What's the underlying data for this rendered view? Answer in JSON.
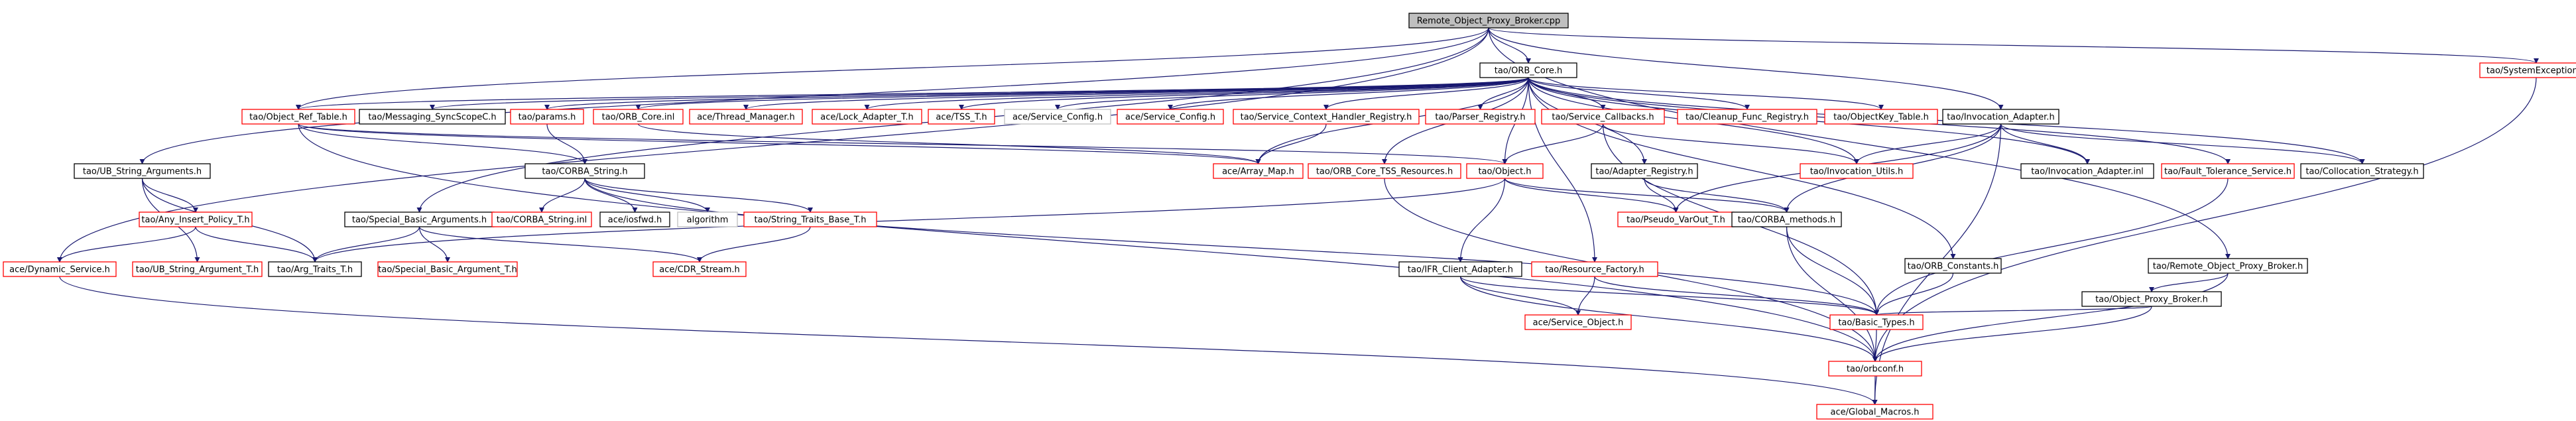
{
  "diagram": {
    "colors": {
      "edge": "#191970",
      "border_documented": "#000000",
      "border_undocumented": "#ff0000",
      "border_external": "#bfbfbf",
      "root_fill": "#bfbfbf"
    },
    "nodes": [
      {
        "id": "root",
        "label": "Remote_Object_Proxy_Broker.cpp",
        "kind": "root"
      },
      {
        "id": "orbcore",
        "label": "tao/ORB_Core.h",
        "kind": "doc"
      },
      {
        "id": "sysexc",
        "label": "tao/SystemException.h",
        "kind": "undoc"
      },
      {
        "id": "objref",
        "label": "tao/Object_Ref_Table.h",
        "kind": "undoc"
      },
      {
        "id": "msgsync",
        "label": "tao/Messaging_SyncScopeC.h",
        "kind": "doc"
      },
      {
        "id": "params",
        "label": "tao/params.h",
        "kind": "undoc"
      },
      {
        "id": "orbinl",
        "label": "tao/ORB_Core.inl",
        "kind": "undoc"
      },
      {
        "id": "thrmgr",
        "label": "ace/Thread_Manager.h",
        "kind": "undoc"
      },
      {
        "id": "lockad",
        "label": "ace/Lock_Adapter_T.h",
        "kind": "undoc"
      },
      {
        "id": "tsst",
        "label": "ace/TSS_T.h",
        "kind": "undoc"
      },
      {
        "id": "svccfg1",
        "label": "ace/Service_Config.h",
        "kind": "ext"
      },
      {
        "id": "svccfg2",
        "label": "ace/Service_Config.h",
        "kind": "undoc"
      },
      {
        "id": "svcctx",
        "label": "tao/Service_Context_Handler_Registry.h",
        "kind": "undoc"
      },
      {
        "id": "parser",
        "label": "tao/Parser_Registry.h",
        "kind": "undoc"
      },
      {
        "id": "svccb",
        "label": "tao/Service_Callbacks.h",
        "kind": "undoc"
      },
      {
        "id": "cleanup",
        "label": "tao/Cleanup_Func_Registry.h",
        "kind": "undoc"
      },
      {
        "id": "objkey",
        "label": "tao/ObjectKey_Table.h",
        "kind": "undoc"
      },
      {
        "id": "invad",
        "label": "tao/Invocation_Adapter.h",
        "kind": "doc"
      },
      {
        "id": "ubstr",
        "label": "tao/UB_String_Arguments.h",
        "kind": "doc"
      },
      {
        "id": "corbastr",
        "label": "tao/CORBA_String.h",
        "kind": "doc"
      },
      {
        "id": "arraymap",
        "label": "ace/Array_Map.h",
        "kind": "undoc"
      },
      {
        "id": "tssres",
        "label": "tao/ORB_Core_TSS_Resources.h",
        "kind": "undoc"
      },
      {
        "id": "object",
        "label": "tao/Object.h",
        "kind": "undoc"
      },
      {
        "id": "adreg",
        "label": "tao/Adapter_Registry.h",
        "kind": "doc"
      },
      {
        "id": "invutil",
        "label": "tao/Invocation_Utils.h",
        "kind": "undoc"
      },
      {
        "id": "invinl",
        "label": "tao/Invocation_Adapter.inl",
        "kind": "doc"
      },
      {
        "id": "faulttol",
        "label": "tao/Fault_Tolerance_Service.h",
        "kind": "undoc"
      },
      {
        "id": "colloc",
        "label": "tao/Collocation_Strategy.h",
        "kind": "doc"
      },
      {
        "id": "anyins",
        "label": "tao/Any_Insert_Policy_T.h",
        "kind": "undoc"
      },
      {
        "id": "specbasic",
        "label": "tao/Special_Basic_Arguments.h",
        "kind": "doc"
      },
      {
        "id": "corbastrinl",
        "label": "tao/CORBA_String.inl",
        "kind": "undoc"
      },
      {
        "id": "iosfwd",
        "label": "ace/iosfwd.h",
        "kind": "doc"
      },
      {
        "id": "algorithm",
        "label": "algorithm",
        "kind": "ext"
      },
      {
        "id": "strtraits",
        "label": "tao/String_Traits_Base_T.h",
        "kind": "undoc"
      },
      {
        "id": "pseudovar",
        "label": "tao/Pseudo_VarOut_T.h",
        "kind": "undoc"
      },
      {
        "id": "corbameth",
        "label": "tao/CORBA_methods.h",
        "kind": "doc"
      },
      {
        "id": "orbconst",
        "label": "tao/ORB_Constants.h",
        "kind": "doc"
      },
      {
        "id": "ropb",
        "label": "tao/Remote_Object_Proxy_Broker.h",
        "kind": "doc"
      },
      {
        "id": "dynsvc",
        "label": "ace/Dynamic_Service.h",
        "kind": "undoc"
      },
      {
        "id": "ubstrarg",
        "label": "tao/UB_String_Argument_T.h",
        "kind": "undoc"
      },
      {
        "id": "argtraits",
        "label": "tao/Arg_Traits_T.h",
        "kind": "doc"
      },
      {
        "id": "specbasicarg",
        "label": "tao/Special_Basic_Argument_T.h",
        "kind": "undoc"
      },
      {
        "id": "cdr",
        "label": "ace/CDR_Stream.h",
        "kind": "undoc"
      },
      {
        "id": "ifr",
        "label": "tao/IFR_Client_Adapter.h",
        "kind": "doc"
      },
      {
        "id": "resfac",
        "label": "tao/Resource_Factory.h",
        "kind": "undoc"
      },
      {
        "id": "opb",
        "label": "tao/Object_Proxy_Broker.h",
        "kind": "doc"
      },
      {
        "id": "svcobj",
        "label": "ace/Service_Object.h",
        "kind": "undoc"
      },
      {
        "id": "basictypes",
        "label": "tao/Basic_Types.h",
        "kind": "undoc"
      },
      {
        "id": "orbconf",
        "label": "tao/orbconf.h",
        "kind": "undoc"
      },
      {
        "id": "globmac",
        "label": "ace/Global_Macros.h",
        "kind": "undoc"
      }
    ],
    "edges": [
      [
        "root",
        "orbcore"
      ],
      [
        "root",
        "sysexc"
      ],
      [
        "root",
        "ubstr"
      ],
      [
        "root",
        "specbasic"
      ],
      [
        "root",
        "dynsvc"
      ],
      [
        "root",
        "invad"
      ],
      [
        "root",
        "ropb"
      ],
      [
        "root",
        "objref"
      ],
      [
        "orbcore",
        "objref"
      ],
      [
        "orbcore",
        "msgsync"
      ],
      [
        "orbcore",
        "params"
      ],
      [
        "orbcore",
        "orbinl"
      ],
      [
        "orbcore",
        "thrmgr"
      ],
      [
        "orbcore",
        "lockad"
      ],
      [
        "orbcore",
        "tsst"
      ],
      [
        "orbcore",
        "svccfg1"
      ],
      [
        "orbcore",
        "svccfg2"
      ],
      [
        "orbcore",
        "svcctx"
      ],
      [
        "orbcore",
        "parser"
      ],
      [
        "orbcore",
        "svccb"
      ],
      [
        "orbcore",
        "cleanup"
      ],
      [
        "orbcore",
        "objkey"
      ],
      [
        "orbcore",
        "invutil"
      ],
      [
        "orbcore",
        "arraymap"
      ],
      [
        "orbcore",
        "object"
      ],
      [
        "orbcore",
        "adreg"
      ],
      [
        "orbcore",
        "tssres"
      ],
      [
        "orbcore",
        "colloc"
      ],
      [
        "orbcore",
        "orbconst"
      ],
      [
        "orbcore",
        "resfac"
      ],
      [
        "orbcore",
        "invinl"
      ],
      [
        "orbcore",
        "faulttol"
      ],
      [
        "sysexc",
        "orbconf"
      ],
      [
        "objref",
        "corbastr"
      ],
      [
        "objref",
        "arraymap"
      ],
      [
        "objref",
        "object"
      ],
      [
        "objref",
        "orbconf"
      ],
      [
        "params",
        "corbastr"
      ],
      [
        "orbinl",
        "arraymap"
      ],
      [
        "svcctx",
        "arraymap"
      ],
      [
        "svccb",
        "object"
      ],
      [
        "svccb",
        "invutil"
      ],
      [
        "svccb",
        "basictypes"
      ],
      [
        "invad",
        "invutil"
      ],
      [
        "invad",
        "invinl"
      ],
      [
        "invad",
        "colloc"
      ],
      [
        "invad",
        "corbameth"
      ],
      [
        "invad",
        "pseudovar"
      ],
      [
        "invad",
        "globmac"
      ],
      [
        "ubstr",
        "anyins"
      ],
      [
        "ubstr",
        "ubstrarg"
      ],
      [
        "ubstr",
        "argtraits"
      ],
      [
        "corbastr",
        "corbastrinl"
      ],
      [
        "corbastr",
        "iosfwd"
      ],
      [
        "corbastr",
        "algorithm"
      ],
      [
        "corbastr",
        "strtraits"
      ],
      [
        "corbastr",
        "basictypes"
      ],
      [
        "tssres",
        "orbconf"
      ],
      [
        "object",
        "pseudovar"
      ],
      [
        "object",
        "corbameth"
      ],
      [
        "object",
        "argtraits"
      ],
      [
        "object",
        "ifr"
      ],
      [
        "adreg",
        "pseudovar"
      ],
      [
        "adreg",
        "corbameth"
      ],
      [
        "faulttol",
        "basictypes"
      ],
      [
        "anyins",
        "dynsvc"
      ],
      [
        "anyins",
        "argtraits"
      ],
      [
        "specbasic",
        "specbasicarg"
      ],
      [
        "specbasic",
        "argtraits"
      ],
      [
        "specbasic",
        "cdr"
      ],
      [
        "strtraits",
        "cdr"
      ],
      [
        "corbameth",
        "basictypes"
      ],
      [
        "corbameth",
        "orbconf"
      ],
      [
        "orbconst",
        "basictypes"
      ],
      [
        "ropb",
        "opb"
      ],
      [
        "ropb",
        "orbconf"
      ],
      [
        "dynsvc",
        "globmac"
      ],
      [
        "ifr",
        "svcobj"
      ],
      [
        "ifr",
        "basictypes"
      ],
      [
        "ifr",
        "orbconf"
      ],
      [
        "resfac",
        "svcobj"
      ],
      [
        "resfac",
        "basictypes"
      ],
      [
        "opb",
        "basictypes"
      ],
      [
        "opb",
        "orbconf"
      ],
      [
        "basictypes",
        "orbconf"
      ],
      [
        "orbconf",
        "globmac"
      ]
    ]
  }
}
